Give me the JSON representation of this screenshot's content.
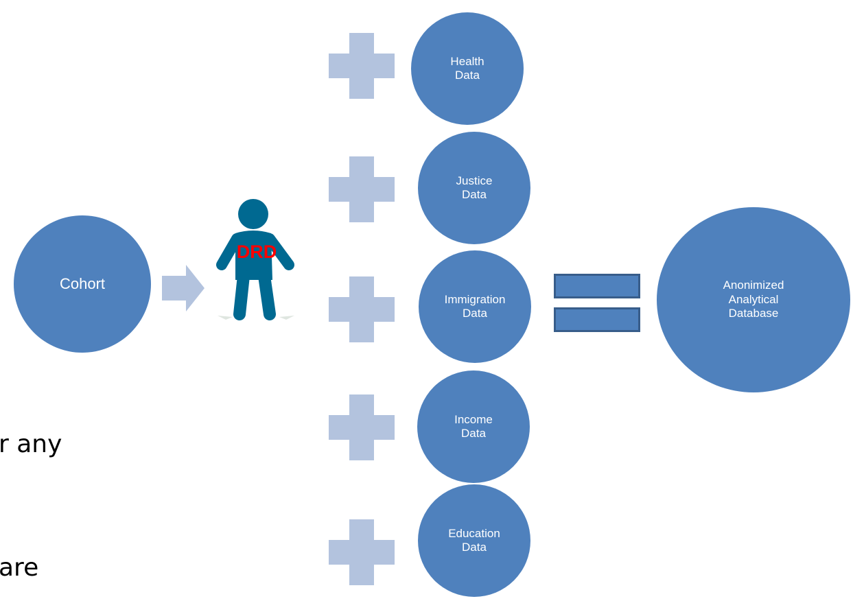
{
  "cohort": {
    "label": "Cohort"
  },
  "person": {
    "label": "DRD"
  },
  "sources": [
    {
      "label": "Health\nData"
    },
    {
      "label": "Justice\nData"
    },
    {
      "label": "Immigration\nData"
    },
    {
      "label": "Income\nData"
    },
    {
      "label": "Education\nData"
    }
  ],
  "result": {
    "label": "Anonimized\nAnalytical\nDatabase"
  },
  "background_text": [
    "r any",
    "are"
  ],
  "colors": {
    "circle": "#4f81bd",
    "connector": "#b3c3de",
    "equals_border": "#385d8a",
    "person": "#006991",
    "person_label": "#ff0000"
  },
  "icons": [
    "plus-icon",
    "arrow-right-icon",
    "equals-icon",
    "person-icon"
  ]
}
